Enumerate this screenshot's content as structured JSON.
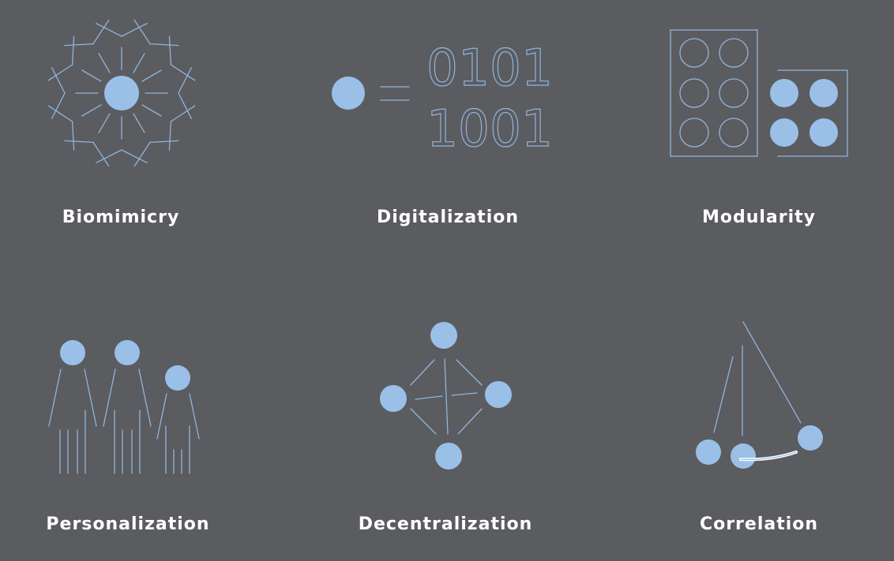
{
  "concepts": [
    {
      "id": "biomimicry",
      "label": "Biomimicry",
      "icon": "dandelion-icon"
    },
    {
      "id": "digitalization",
      "label": "Digitalization",
      "icon": "binary-icon"
    },
    {
      "id": "modularity",
      "label": "Modularity",
      "icon": "modules-icon"
    },
    {
      "id": "personalization",
      "label": "Personalization",
      "icon": "people-icon"
    },
    {
      "id": "decentralization",
      "label": "Decentralization",
      "icon": "network-icon"
    },
    {
      "id": "correlation",
      "label": "Correlation",
      "icon": "pendulum-icon"
    }
  ],
  "binary": {
    "row1": "0101",
    "row2": "1001"
  },
  "colors": {
    "background": "#5b5c60",
    "accent": "#9ac0e8",
    "line": "#8fb5dd",
    "text": "#ffffff"
  }
}
